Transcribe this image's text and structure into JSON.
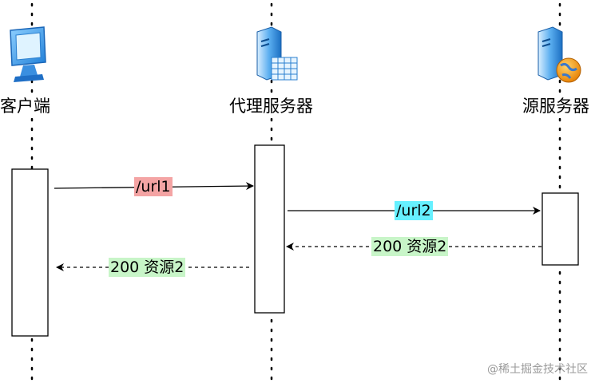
{
  "actors": {
    "client": {
      "label": "客户端",
      "icon": "monitor-icon"
    },
    "proxy": {
      "label": "代理服务器",
      "icon": "server-grid-icon"
    },
    "origin": {
      "label": "源服务器",
      "icon": "server-globe-icon"
    }
  },
  "messages": {
    "request1": {
      "label": "/url1",
      "highlight": "#f4a4a4"
    },
    "request2": {
      "label": "/url2",
      "highlight": "#66f0ff"
    },
    "response_origin": {
      "label": "200 资源2",
      "highlight": "#c8f5c8"
    },
    "response_proxy": {
      "label": "200 资源2",
      "highlight": "#c8f5c8"
    }
  },
  "watermark": "@稀土掘金技术社区"
}
